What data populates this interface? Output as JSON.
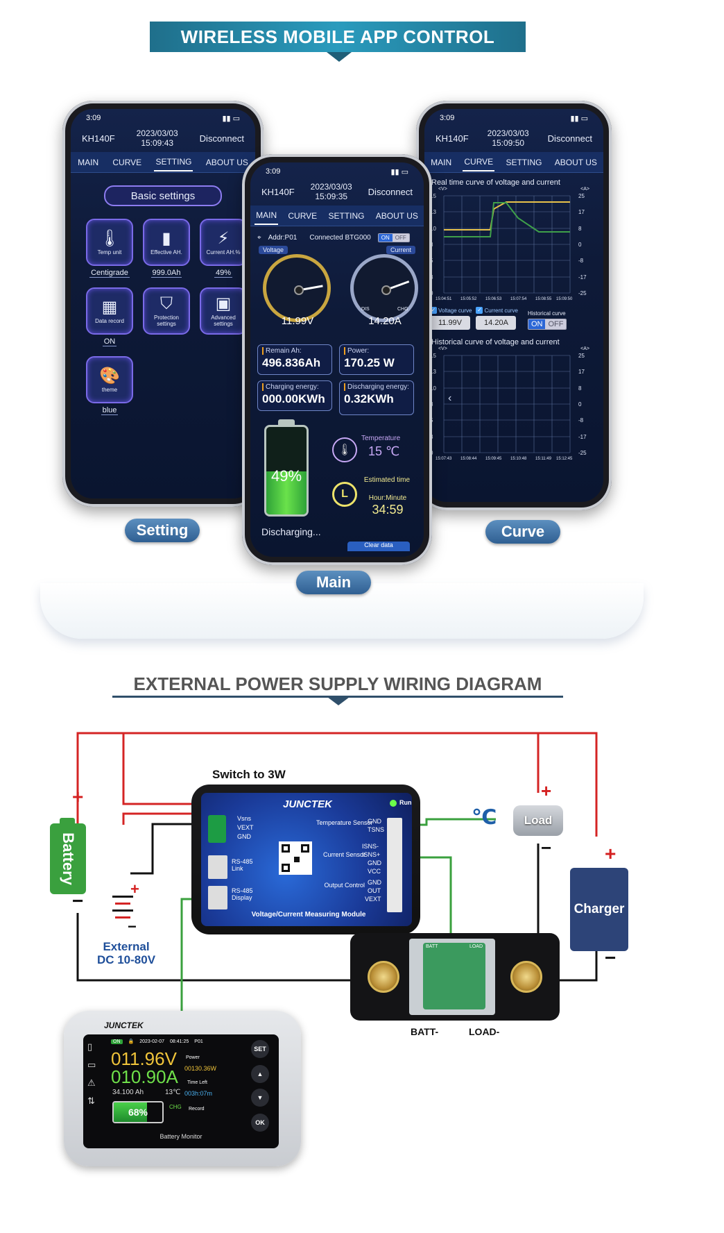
{
  "banner": {
    "title": "WIRELESS MOBILE APP CONTROL"
  },
  "labels": {
    "setting": "Setting",
    "main": "Main",
    "curve": "Curve"
  },
  "setting_phone": {
    "status_time": "3:09",
    "device": "KH140F",
    "date": "2023/03/03",
    "time": "15:09:43",
    "disconnect": "Disconnect",
    "tabs": [
      "MAIN",
      "CURVE",
      "SETTING",
      "ABOUT US"
    ],
    "section": "Basic settings",
    "tiles": [
      {
        "label": "Temp unit",
        "value": "Centigrade",
        "icon": "thermometer-icon"
      },
      {
        "label": "Effective AH.",
        "value": "999.0Ah",
        "icon": "battery-icon"
      },
      {
        "label": "Current AH.%",
        "value": "49%",
        "icon": "battery-charge-icon"
      },
      {
        "label": "Data record",
        "value": "ON",
        "icon": "spreadsheet-icon"
      },
      {
        "label": "Protection settings",
        "value": "",
        "icon": "shield-icon"
      },
      {
        "label": "Advanced settings",
        "value": "",
        "icon": "monitor-icon"
      },
      {
        "label": "theme",
        "value": "blue",
        "icon": "palette-icon"
      }
    ]
  },
  "main_phone": {
    "status_time": "3:09",
    "device": "KH140F",
    "date": "2023/03/03",
    "time": "15:09:35",
    "disconnect": "Disconnect",
    "tabs": [
      "MAIN",
      "CURVE",
      "SETTING",
      "ABOUT US"
    ],
    "addr": "Addr:P01",
    "connected": "Connected BTG000",
    "toggle_on": "ON",
    "toggle_off": "OFF",
    "voltage_label": "Voltage",
    "current_label": "Current",
    "voltage": "11.99V",
    "current": "14.20A",
    "dis": "DIS",
    "chg": "CHG",
    "remain_label": "Remain Ah:",
    "remain_value": "496.836Ah",
    "power_label": "Power:",
    "power_value": "170.25 W",
    "charging_label": "Charging energy:",
    "charging_value": "000.00KWh",
    "discharging_label": "Discharging energy:",
    "discharging_value": "0.32KWh",
    "battery_pct": "49%",
    "battery_level": 0.49,
    "temp_label": "Temperature",
    "temp_value": "15 ℃",
    "est_label": "Estimated time",
    "est_unit": "Hour:Minute",
    "est_value": "34:59",
    "state": "Discharging...",
    "clear": "Clear data"
  },
  "curve_phone": {
    "status_time": "3:09",
    "device": "KH140F",
    "date": "2023/03/03",
    "time": "15:09:50",
    "disconnect": "Disconnect",
    "tabs": [
      "MAIN",
      "CURVE",
      "SETTING",
      "ABOUT US"
    ],
    "rt_title": "Real time curve of voltage and current",
    "hist_title": "Historical curve of voltage and current",
    "unit_v": "<V>",
    "unit_a": "<A>",
    "left_ticks": [
      "15",
      "13",
      "10",
      "8",
      "5",
      "3",
      "0"
    ],
    "right_ticks": [
      "25",
      "17",
      "8",
      "0",
      "-8",
      "-17",
      "-25"
    ],
    "rt_x": [
      "15:04:51",
      "15:05:52",
      "15:06:53",
      "15:07:54",
      "15:08:55",
      "15:09:50"
    ],
    "hist_x": [
      "15:07:43",
      "15:08:44",
      "15:09:45",
      "15:10:48",
      "15:11:49",
      "15:12:45"
    ],
    "voltage_check": "Voltage curve",
    "current_check": "Current curve",
    "historical_label": "Historical curve",
    "voltage_value": "11.99V",
    "current_value": "14.20A",
    "toggle_on": "ON",
    "toggle_off": "OFF"
  },
  "wiring": {
    "title": "EXTERNAL POWER SUPPLY WIRING DIAGRAM",
    "switch": "Switch to 3W",
    "brand": "JUNCTEK",
    "run": "Run",
    "battery": "Battery",
    "load": "Load",
    "charger": "Charger",
    "celsius": "℃",
    "external": "External",
    "external_range": "DC 10-80V",
    "pins_left": [
      "Vsns",
      "VEXT",
      "GND"
    ],
    "rs485_link": "RS-485 Link",
    "rs485_display": "RS-485 Display",
    "temp_sensor": "Temperature Sensor",
    "current_sensor": "Current Sensor",
    "output_control": "Output Control",
    "pins_temp": [
      "GND",
      "TSNS"
    ],
    "pins_current": [
      "ISNS-",
      "ISNS+",
      "GND",
      "VCC"
    ],
    "pins_output": [
      "GND",
      "OUT",
      "VEXT"
    ],
    "module_name": "Voltage/Current Measuring Module",
    "batt_minus": "BATT-",
    "load_minus": "LOAD-",
    "shunt_left": "BATT",
    "shunt_right": "LOAD",
    "plus": "+",
    "minus": "−"
  },
  "monitor": {
    "brand": "JUNCTEK",
    "on": "ON",
    "date": "2023-02-07",
    "time": "08:41:25",
    "addr": "P01",
    "voltage": "011.96V",
    "current": "010.90A",
    "ah": "34.100 Ah",
    "temp": "13℃",
    "pct": "68%",
    "level": 0.68,
    "chg": "CHG",
    "power_label": "Power",
    "power_value": "00130.36W",
    "time_label": "Time Left",
    "time_value": "003h:07m",
    "record_label": "Record",
    "footer": "Battery Monitor",
    "btn_set": "SET",
    "btn_ok": "OK"
  }
}
